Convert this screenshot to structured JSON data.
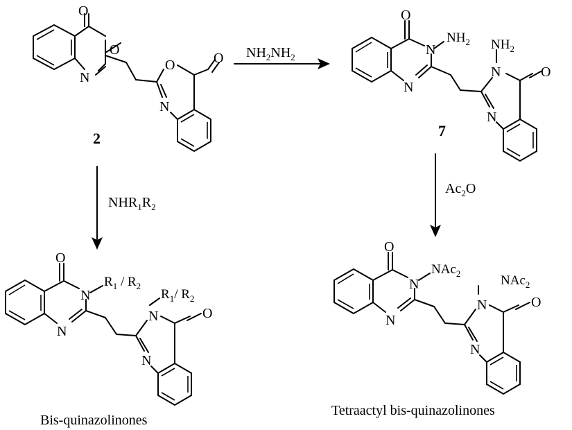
{
  "compounds": {
    "benzoxazinone": {
      "number": "2"
    },
    "amino_quinazolinone": {
      "number": "7"
    },
    "bis_quinazolinones": {
      "caption": "Bis-quinazolinones"
    },
    "tetraacetyl": {
      "caption": "Tetraactyl bis-quinazolinones"
    }
  },
  "reagents": {
    "hydrazine": {
      "main": "NH",
      "sub1": "2",
      "mid": "NH",
      "sub2": "2"
    },
    "amine": {
      "main": "NHR",
      "sub1": "1",
      "mid": "R",
      "sub2": "2"
    },
    "acetic_anhydride": {
      "main": "Ac",
      "sub1": "2",
      "mid": "O"
    }
  },
  "atoms": {
    "O": "O",
    "N": "N",
    "NH": "NH",
    "two": "2",
    "N_dash": "N",
    "R": "R",
    "one": "1",
    "slash": " / ",
    "NAc": "NAc",
    "slash_short": "/ "
  }
}
